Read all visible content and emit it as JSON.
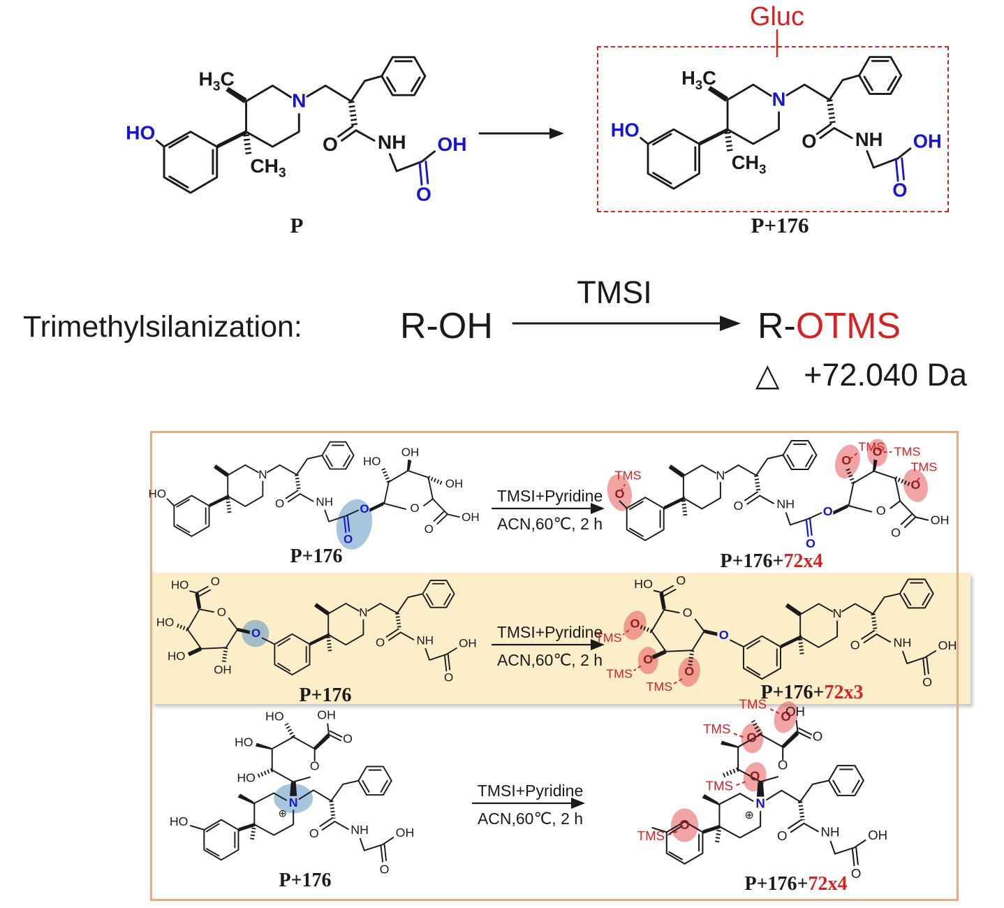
{
  "atoms": {
    "ho": "HO",
    "oh": "OH",
    "o": "O",
    "n": "N",
    "nh": "NH",
    "h": "H",
    "c": "C",
    "ch": "CH",
    "sub3": "3",
    "tms": "TMS",
    "oplus": "⊕"
  },
  "top": {
    "p_label": "P",
    "gluc_label": "Gluc",
    "p176_label": "P+176"
  },
  "tms_reaction": {
    "title": "Trimethylsilanization:",
    "reactant": "R-OH",
    "arrow_reagent": "TMSI",
    "product_prefix": "R-",
    "product_group": "OTMS",
    "delta_symbol": "△",
    "delta_mass": "+72.040 Da"
  },
  "panel": {
    "rows": [
      {
        "reactant_label": "P+176",
        "reagent": "TMSI+Pyridine",
        "conditions": "ACN,60℃, 2 h",
        "product_prefix": "P+176+",
        "product_suffix": "72x4"
      },
      {
        "reactant_label": "P+176",
        "reagent": "TMSI+Pyridine",
        "conditions": "ACN,60℃, 2 h",
        "product_prefix": "P+176+",
        "product_suffix": "72x3"
      },
      {
        "reactant_label": "P+176",
        "reagent": "TMSI+Pyridine",
        "conditions": "ACN,60℃, 2 h",
        "product_prefix": "P+176+",
        "product_suffix": "72x4"
      }
    ]
  },
  "colors": {
    "accent_red": "#d62222",
    "accent_blue": "#1616d0",
    "panel_border": "#eaab80",
    "row_highlight_bg": "#fbeec9"
  }
}
